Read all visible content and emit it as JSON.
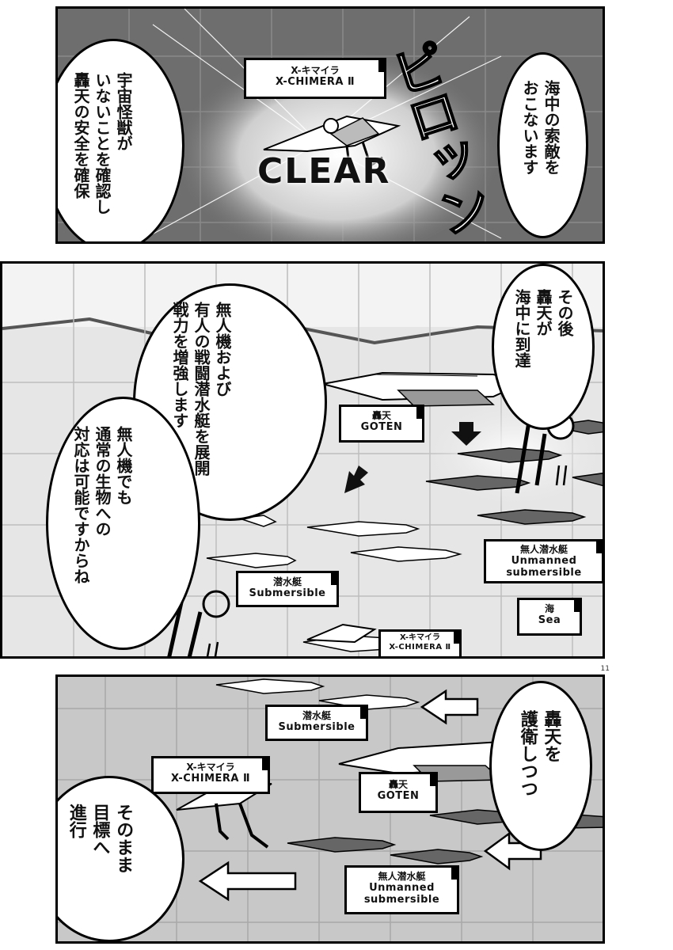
{
  "page_number": "11",
  "panel1": {
    "sfx": "ピロッン",
    "clear_text": "CLEAR",
    "bubble_left": "宇宙怪獣が\nいないことを確認し\n轟天の安全を確保",
    "bubble_right": "海中の索敵を\nおこないます",
    "tag_chimera": {
      "jp": "X-キマイラ",
      "en": "X-CHIMERA Ⅱ"
    }
  },
  "panel2": {
    "bubble_main": "無人機および\n有人の戦闘潜水艇を展開\n戦力を増強します",
    "bubble_left": "無人機でも\n通常の生物への\n対応は可能ですからね",
    "bubble_right": "その後\n轟天が\n海中に到達",
    "tag_goten": {
      "jp": "轟天",
      "en": "GOTEN"
    },
    "tag_submersible": {
      "jp": "潜水艇",
      "en": "Submersible"
    },
    "tag_unmanned": {
      "jp": "無人潜水艇",
      "en1": "Unmanned",
      "en2": "submersible"
    },
    "tag_sea": {
      "jp": "海",
      "en": "Sea"
    },
    "tag_chimera": {
      "jp": "X-キマイラ",
      "en": "X-CHIMERA Ⅱ"
    }
  },
  "panel3": {
    "bubble_right": "轟天を\n護衛しつつ",
    "bubble_left": "そのまま\n目標へ\n進行",
    "tag_submersible": {
      "jp": "潜水艇",
      "en": "Submersible"
    },
    "tag_goten": {
      "jp": "轟天",
      "en": "GOTEN"
    },
    "tag_chimera": {
      "jp": "X-キマイラ",
      "en": "X-CHIMERA Ⅱ"
    },
    "tag_unmanned": {
      "jp": "無人潜水艇",
      "en1": "Unmanned",
      "en2": "submersible"
    }
  },
  "colors": {
    "ink": "#000000",
    "paper": "#ffffff",
    "tone_dark": "#6e6e6e",
    "tone_light": "#e6e6e6"
  },
  "icons": [
    "arrow-down-icon",
    "arrow-left-icon",
    "arrow-right-icon",
    "radar-ping-icon"
  ]
}
